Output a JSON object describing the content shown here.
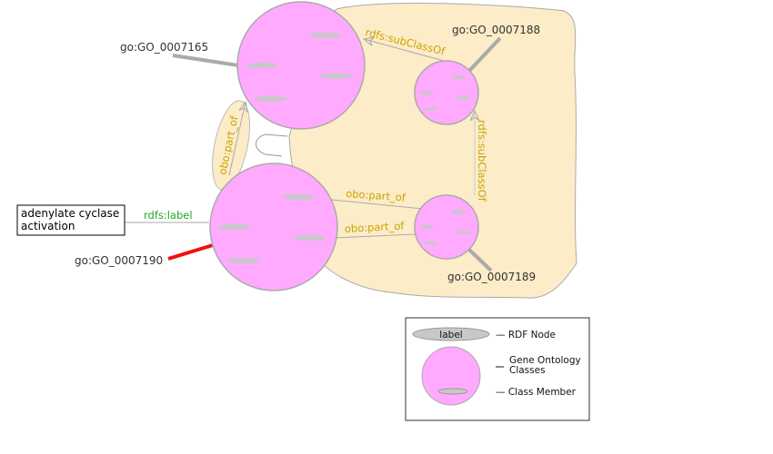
{
  "nodes": {
    "n1": "go:GO_0007165",
    "n2": "go:GO_0007190",
    "n3": "go:GO_0007188",
    "n4": "go:GO_0007189"
  },
  "literal": {
    "line1": "adenylate cyclase",
    "line2": "activation"
  },
  "edges": {
    "subclass_top": "rdfs:subClassOf",
    "subclass_right": "rdfs:subClassOf",
    "part_of_left": "obo:part_of",
    "part_of_mid1": "obo:part_of",
    "part_of_mid2": "obo:part_of",
    "label_edge": "rdfs:label"
  },
  "legend": {
    "node_label": "label",
    "rdf_node": "— RDF Node",
    "go_classes_1": "Gene Ontology",
    "go_classes_2": "Classes",
    "class_member": "— Class Member"
  },
  "colors": {
    "class_fill": "#ffaaff",
    "group_fill": "#fdecc8",
    "edge_label": "#c9a400",
    "label_edge": "#22aa22",
    "highlight": "#ee1111"
  }
}
